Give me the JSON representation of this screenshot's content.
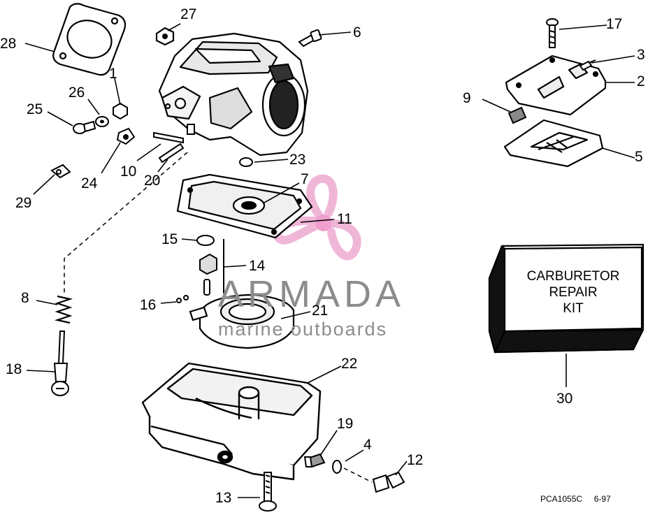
{
  "watermark": {
    "brand": "ARMADA",
    "tagline": "marine outboards",
    "brand_color": "#8c8c8c",
    "logo_color": "#f0b6d8"
  },
  "kit_box": {
    "line1": "CARBURETOR",
    "line2": "REPAIR",
    "line3": "KIT"
  },
  "callouts": [
    {
      "id": "1",
      "label": "1"
    },
    {
      "id": "2",
      "label": "2"
    },
    {
      "id": "3",
      "label": "3"
    },
    {
      "id": "4",
      "label": "4"
    },
    {
      "id": "5",
      "label": "5"
    },
    {
      "id": "6",
      "label": "6"
    },
    {
      "id": "7",
      "label": "7"
    },
    {
      "id": "8",
      "label": "8"
    },
    {
      "id": "9",
      "label": "9"
    },
    {
      "id": "10",
      "label": "10"
    },
    {
      "id": "11",
      "label": "11"
    },
    {
      "id": "12",
      "label": "12"
    },
    {
      "id": "13",
      "label": "13"
    },
    {
      "id": "14",
      "label": "14"
    },
    {
      "id": "15",
      "label": "15"
    },
    {
      "id": "16",
      "label": "16"
    },
    {
      "id": "17",
      "label": "17"
    },
    {
      "id": "18",
      "label": "18"
    },
    {
      "id": "19",
      "label": "19"
    },
    {
      "id": "20",
      "label": "20"
    },
    {
      "id": "21",
      "label": "21"
    },
    {
      "id": "22",
      "label": "22"
    },
    {
      "id": "23",
      "label": "23"
    },
    {
      "id": "24",
      "label": "24"
    },
    {
      "id": "25",
      "label": "25"
    },
    {
      "id": "26",
      "label": "26"
    },
    {
      "id": "27",
      "label": "27"
    },
    {
      "id": "28",
      "label": "28"
    },
    {
      "id": "29",
      "label": "29"
    },
    {
      "id": "30",
      "label": "30"
    }
  ],
  "footer": {
    "drawing_code": "PCA1055C",
    "date": "6-97"
  }
}
